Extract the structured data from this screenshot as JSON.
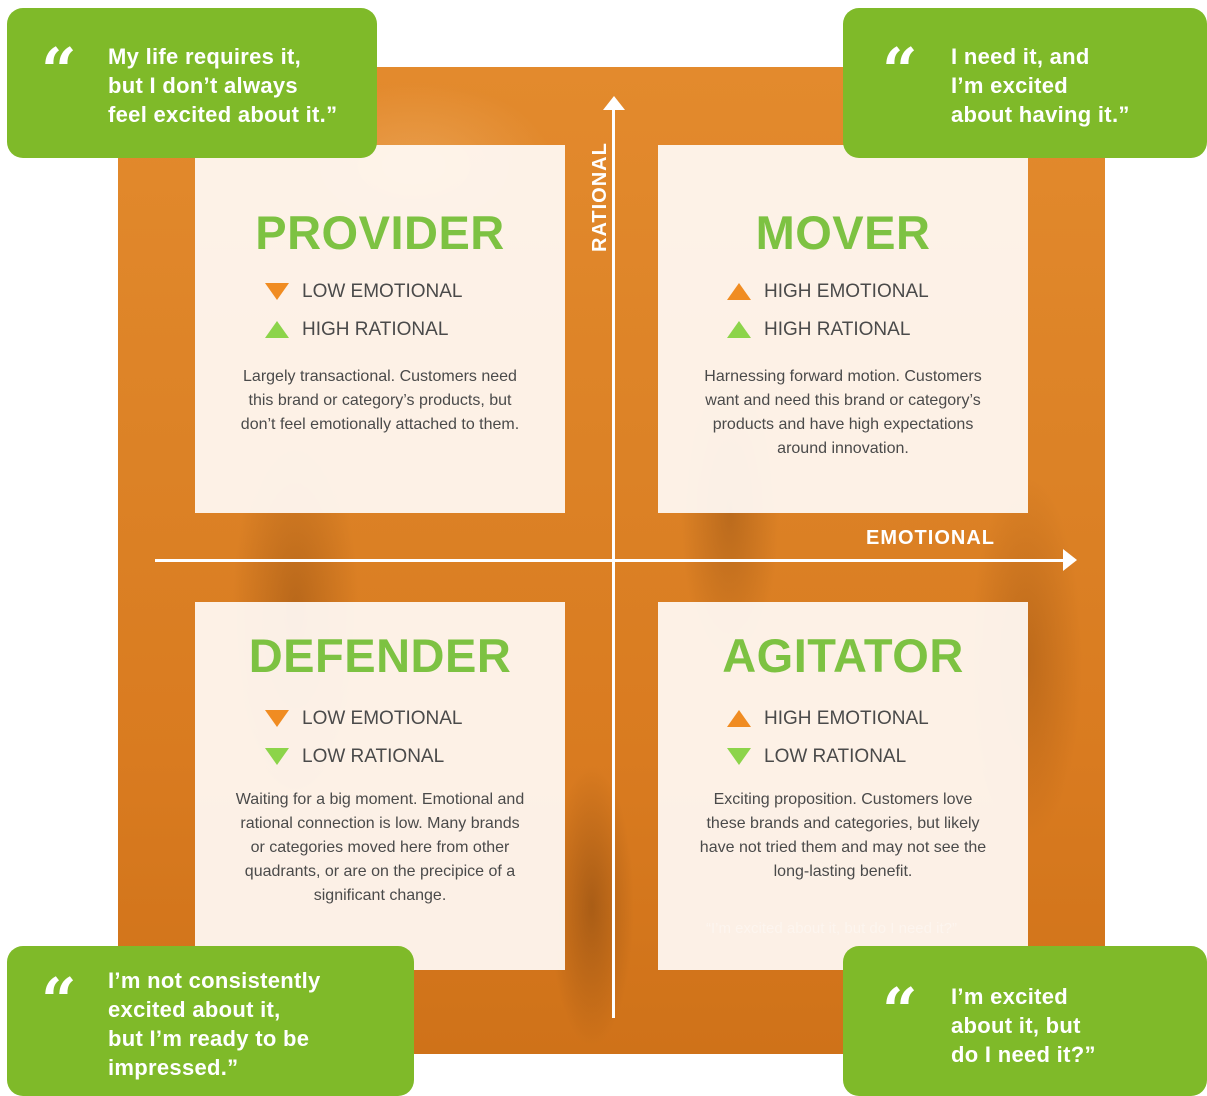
{
  "axes": {
    "vertical_label": "RATIONAL",
    "horizontal_label": "EMOTIONAL"
  },
  "quadrants": {
    "provider": {
      "title": "PROVIDER",
      "emotional": "LOW EMOTIONAL",
      "rational": "HIGH RATIONAL",
      "description": "Largely transactional. Customers need this brand or category’s products, but don’t feel emotionally attached to them."
    },
    "mover": {
      "title": "MOVER",
      "emotional": "HIGH EMOTIONAL",
      "rational": "HIGH RATIONAL",
      "description": "Harnessing forward motion. Customers want and need this brand or category’s products and have high expectations around innovation."
    },
    "defender": {
      "title": "DEFENDER",
      "emotional": "LOW EMOTIONAL",
      "rational": "LOW RATIONAL",
      "description": "Waiting for a big moment. Emotional and rational connection is low. Many brands or categories moved here from other quadrants, or are on the precipice of a significant change."
    },
    "agitator": {
      "title": "AGITATOR",
      "emotional": "HIGH EMOTIONAL",
      "rational": "LOW RATIONAL",
      "description": "Exciting proposition. Customers love these brands and categories, but likely have not tried them and may not see the long-lasting benefit."
    }
  },
  "quotes": {
    "top_left": "My life requires it,\nbut I don’t always\nfeel excited about it.”",
    "top_right": "I need it, and\nI’m excited\nabout having it.”",
    "bottom_left": "I’m not consistently\nexcited about it,\nbut I’m ready to be\nimpressed.”",
    "bottom_right": "I’m excited\nabout it, but\ndo I need it?”"
  },
  "quote_mark": "“",
  "ghost_text": "“I’m excited about it, but do I need it?”",
  "colors": {
    "orange": "#e38a2d",
    "green": "#7fba29",
    "title_green": "#7dc242",
    "arrow_orange": "#f08c22",
    "arrow_green": "#8cd44a"
  }
}
